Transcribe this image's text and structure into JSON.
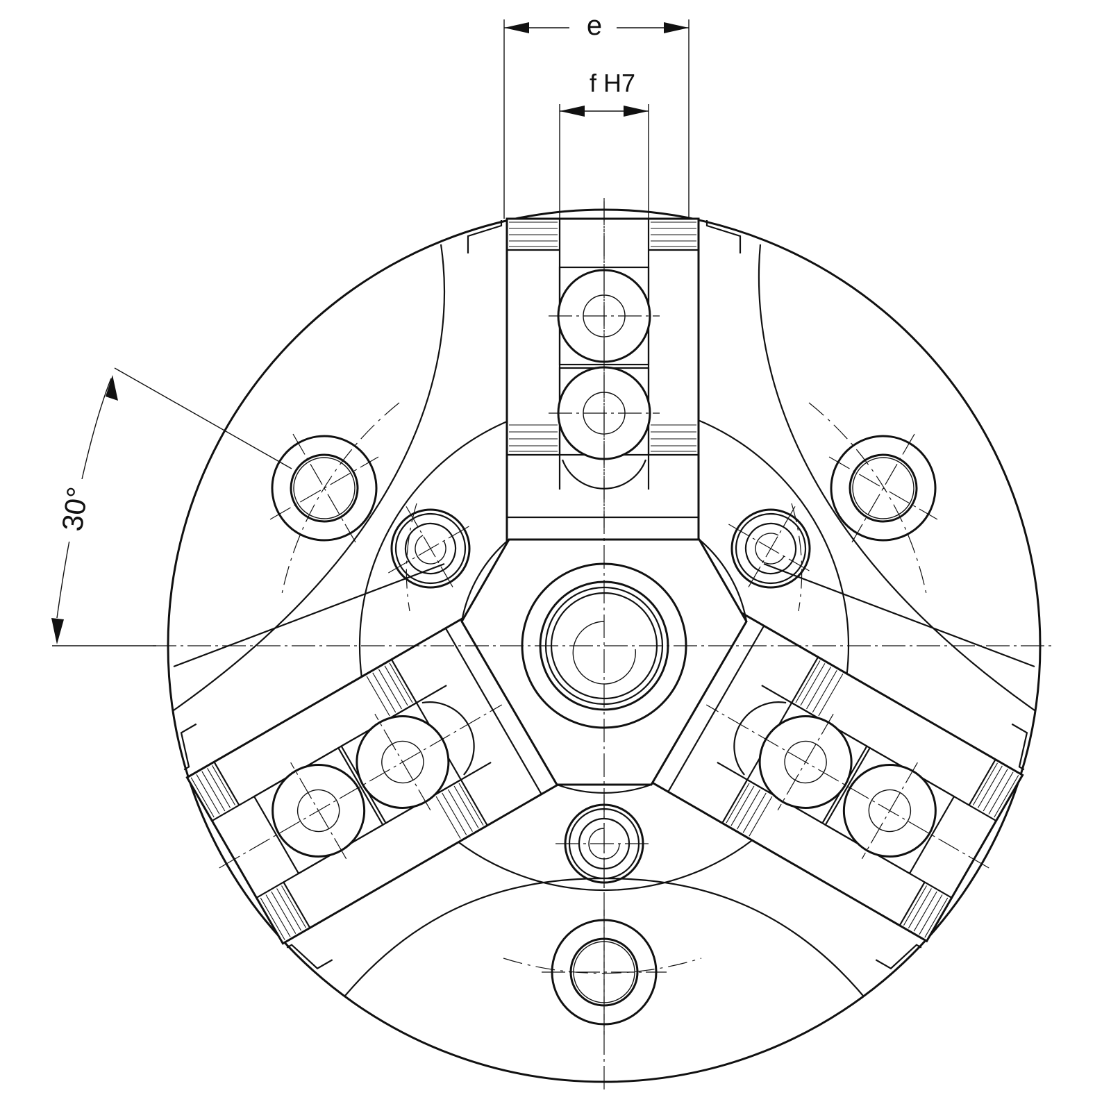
{
  "drawing": {
    "dimensions": {
      "width_label": "e",
      "fit_label": "f H7",
      "angle_label": "30°"
    },
    "colors": {
      "line": "#111111",
      "background": "#ffffff"
    }
  }
}
